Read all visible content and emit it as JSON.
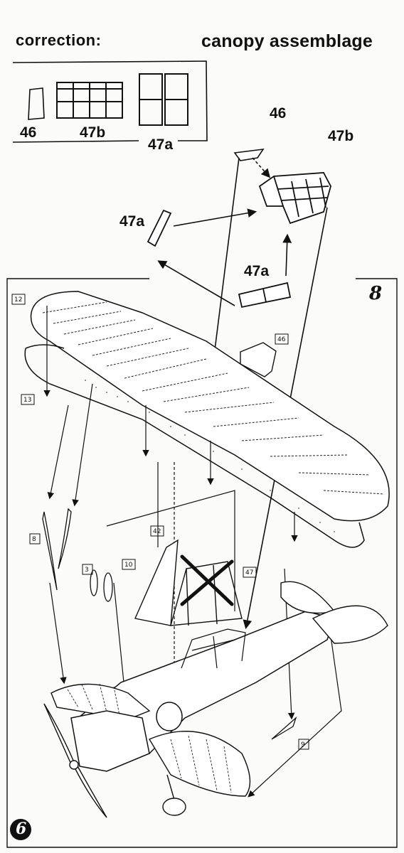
{
  "correction": {
    "title": "correction:",
    "parts": [
      "46",
      "47b",
      "47a"
    ]
  },
  "canopy": {
    "title": "canopy assemblage",
    "labels": {
      "p46": "46",
      "p47b": "47b",
      "p47a_left": "47a",
      "p47a_bottom": "47a"
    }
  },
  "step": {
    "number": "8",
    "previous": "6"
  },
  "part_callouts": [
    "12",
    "13",
    "46",
    "8",
    "3",
    "10",
    "42",
    "47",
    "9"
  ],
  "icons": {
    "crossed_out": "x-cross-icon"
  }
}
